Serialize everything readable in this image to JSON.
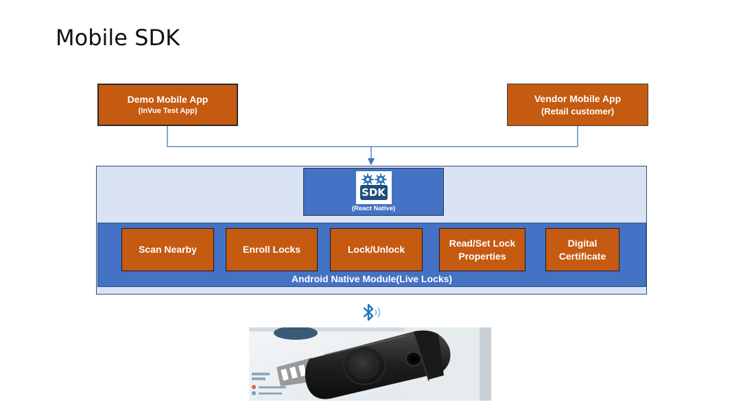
{
  "slide": {
    "title": "Mobile SDK"
  },
  "apps": {
    "demo": {
      "title": "Demo Mobile App",
      "subtitle": "(InVue Test App)"
    },
    "vendor": {
      "title": "Vendor Mobile App",
      "subtitle": "(Retail customer)"
    }
  },
  "sdk": {
    "logo_text": "SDK",
    "subtitle": "(React Native)"
  },
  "native_module": {
    "label": "Android Native Module(Live Locks)",
    "features": [
      {
        "line1": "Scan Nearby",
        "line2": ""
      },
      {
        "line1": "Enroll Locks",
        "line2": ""
      },
      {
        "line1": "Lock/Unlock",
        "line2": ""
      },
      {
        "line1": "Read/Set Lock",
        "line2": "Properties"
      },
      {
        "line1": "Digital",
        "line2": "Certificate"
      }
    ]
  },
  "icons": {
    "bluetooth": "bluetooth-icon",
    "gears": "gear-icon"
  },
  "colors": {
    "orange": "#c55a11",
    "blue": "#4472c4",
    "light_blue": "#dae3f3",
    "connector": "#4472c4",
    "bluetooth": "#1e73be"
  }
}
